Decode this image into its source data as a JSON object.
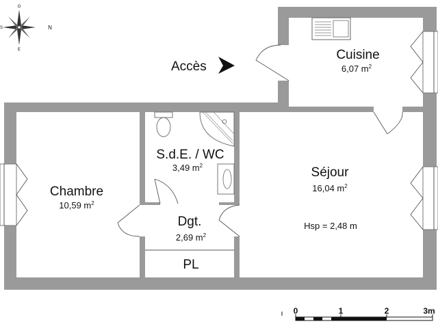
{
  "plan": {
    "access_label": "Accès",
    "compass": {
      "north": "N",
      "south": "S",
      "east": "E",
      "west": "O"
    },
    "rooms": {
      "kitchen": {
        "name": "Cuisine",
        "area": "6,07 m",
        "unit_exp": "2"
      },
      "living": {
        "name": "Séjour",
        "area": "16,04 m",
        "unit_exp": "2",
        "ceiling": "Hsp = 2,48 m"
      },
      "bathroom": {
        "name": "S.d.E. / WC",
        "area": "3,49 m",
        "unit_exp": "2"
      },
      "bedroom": {
        "name": "Chambre",
        "area": "10,59 m",
        "unit_exp": "2"
      },
      "hallway": {
        "name": "Dgt.",
        "area": "2,69 m",
        "unit_exp": "2"
      },
      "closet": {
        "name": "PL"
      }
    },
    "scale": {
      "ticks": [
        "0",
        "1",
        "2",
        "3m"
      ]
    }
  }
}
